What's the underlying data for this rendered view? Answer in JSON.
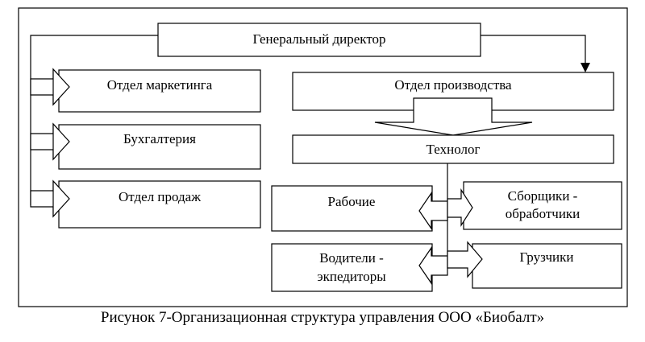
{
  "diagram": {
    "nodes": {
      "director": "Генеральный директор",
      "marketing": "Отдел маркетинга",
      "accounting": "Бухгалтерия",
      "sales": "Отдел продаж",
      "production": "Отдел производства",
      "technologist": "Технолог",
      "workers": "Рабочие",
      "assemblers_line1": "Сборщики -",
      "assemblers_line2": "обработчики",
      "drivers_line1": "Водители -",
      "drivers_line2": "экпедиторы",
      "loaders": "Грузчики"
    },
    "caption": "Рисунок 7-Организационная структура управления ООО «Биобалт»"
  }
}
